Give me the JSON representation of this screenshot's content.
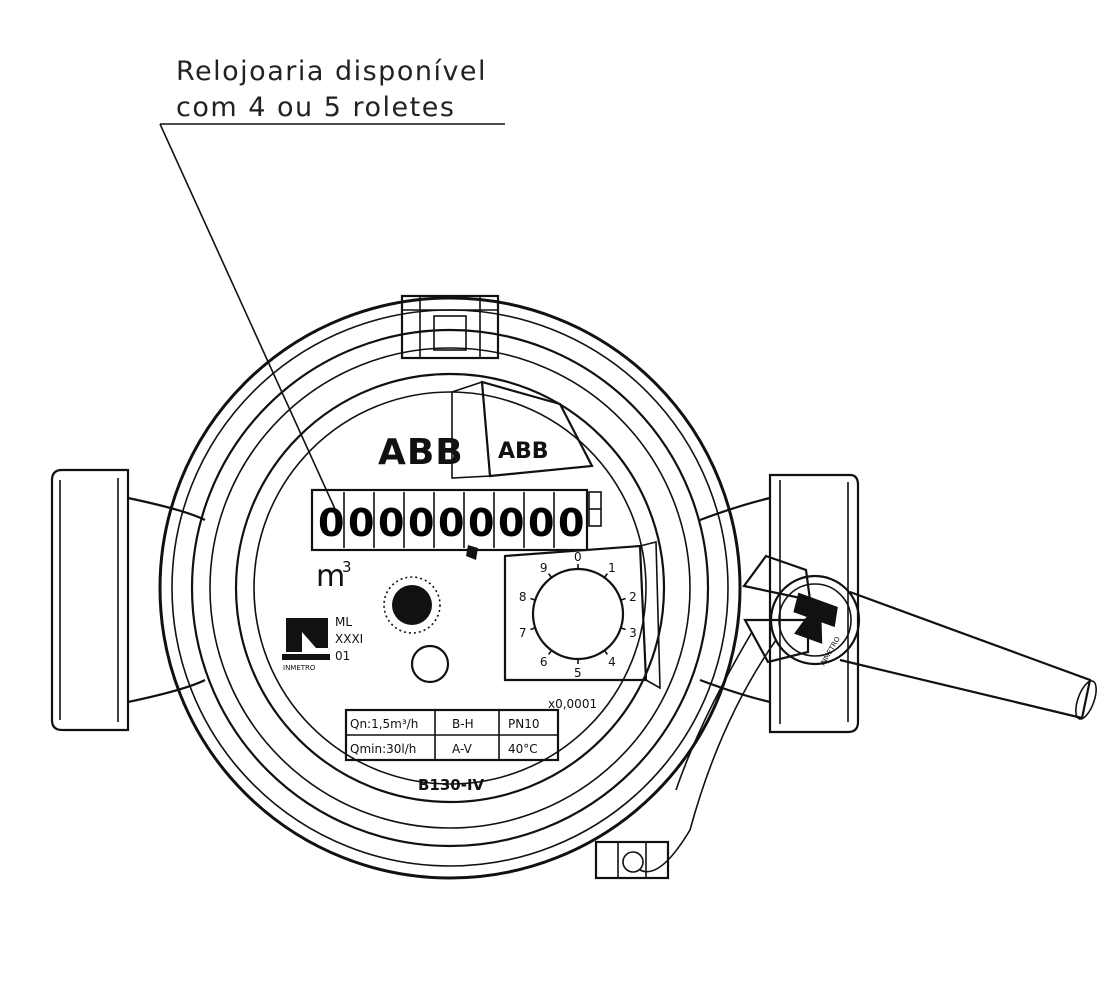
{
  "callout": {
    "line1": "Relojoaria disponível",
    "line2": "com 4 ou 5 roletes"
  },
  "brand": {
    "logo_main": "ABB",
    "logo_lid": "ABB"
  },
  "register": {
    "digits": [
      "0",
      "0",
      "0",
      "0",
      "0",
      "0",
      "0",
      "0",
      "0"
    ],
    "unit_base": "m",
    "unit_exp": "3"
  },
  "dial": {
    "numbers": [
      "0",
      "1",
      "2",
      "3",
      "4",
      "5",
      "6",
      "7",
      "8",
      "9"
    ],
    "multiplier": "x0,0001"
  },
  "inmetro_badge": {
    "label": "INMETRO",
    "code_lines": [
      "ML",
      "XXXI",
      "01"
    ]
  },
  "seal_label": "INMETRO",
  "specs": {
    "rows": [
      [
        "Qn:1,5m³/h",
        "B-H",
        "PN10"
      ],
      [
        "Qmin:30l/h",
        "A-V",
        "40°C"
      ]
    ]
  },
  "model": "B130-IV"
}
